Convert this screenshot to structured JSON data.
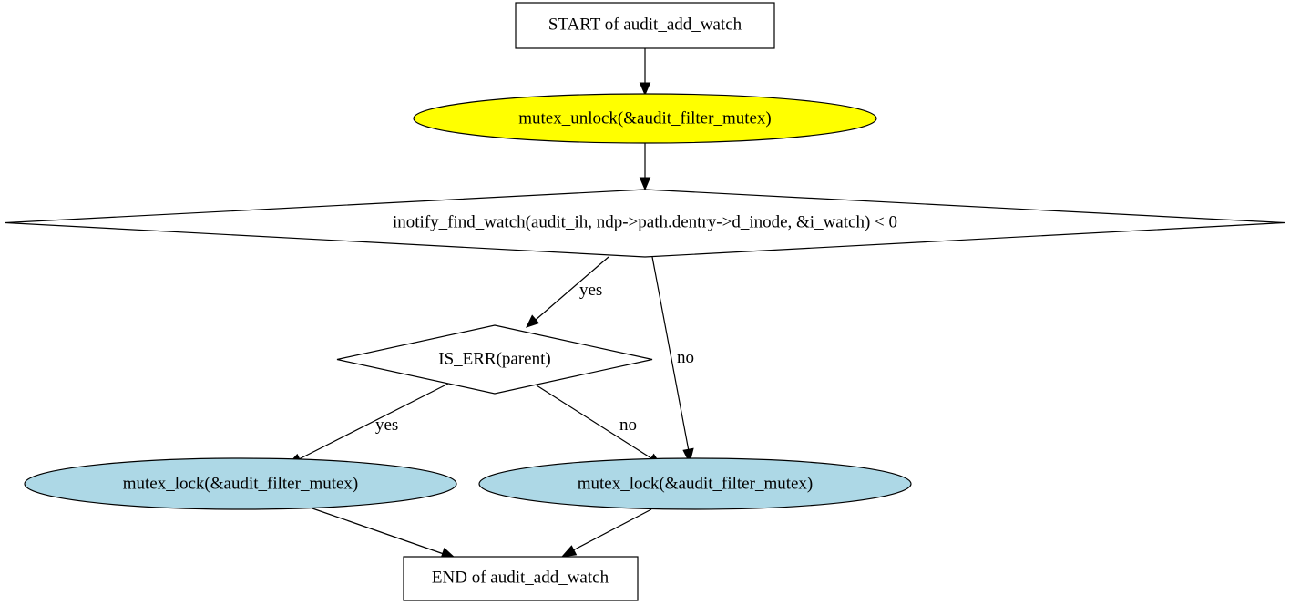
{
  "nodes": {
    "start": {
      "label": "START of audit_add_watch",
      "shape": "box",
      "fill": "#ffffff"
    },
    "unlock": {
      "label": "mutex_unlock(&audit_filter_mutex)",
      "shape": "ellipse",
      "fill": "#ffff00"
    },
    "find_watch": {
      "label": "inotify_find_watch(audit_ih, ndp->path.dentry->d_inode, &i_watch) < 0",
      "shape": "diamond",
      "fill": "#ffffff"
    },
    "is_err": {
      "label": "IS_ERR(parent)",
      "shape": "diamond",
      "fill": "#ffffff"
    },
    "lock_left": {
      "label": "mutex_lock(&audit_filter_mutex)",
      "shape": "ellipse",
      "fill": "#add8e6"
    },
    "lock_right": {
      "label": "mutex_lock(&audit_filter_mutex)",
      "shape": "ellipse",
      "fill": "#add8e6"
    },
    "end": {
      "label": "END of audit_add_watch",
      "shape": "box",
      "fill": "#ffffff"
    }
  },
  "edges": [
    {
      "from": "start",
      "to": "unlock",
      "label": ""
    },
    {
      "from": "unlock",
      "to": "find_watch",
      "label": ""
    },
    {
      "from": "find_watch",
      "to": "is_err",
      "label": "yes"
    },
    {
      "from": "find_watch",
      "to": "lock_right",
      "label": "no"
    },
    {
      "from": "is_err",
      "to": "lock_left",
      "label": "yes"
    },
    {
      "from": "is_err",
      "to": "lock_right",
      "label": "no"
    },
    {
      "from": "lock_left",
      "to": "end",
      "label": ""
    },
    {
      "from": "lock_right",
      "to": "end",
      "label": ""
    }
  ]
}
